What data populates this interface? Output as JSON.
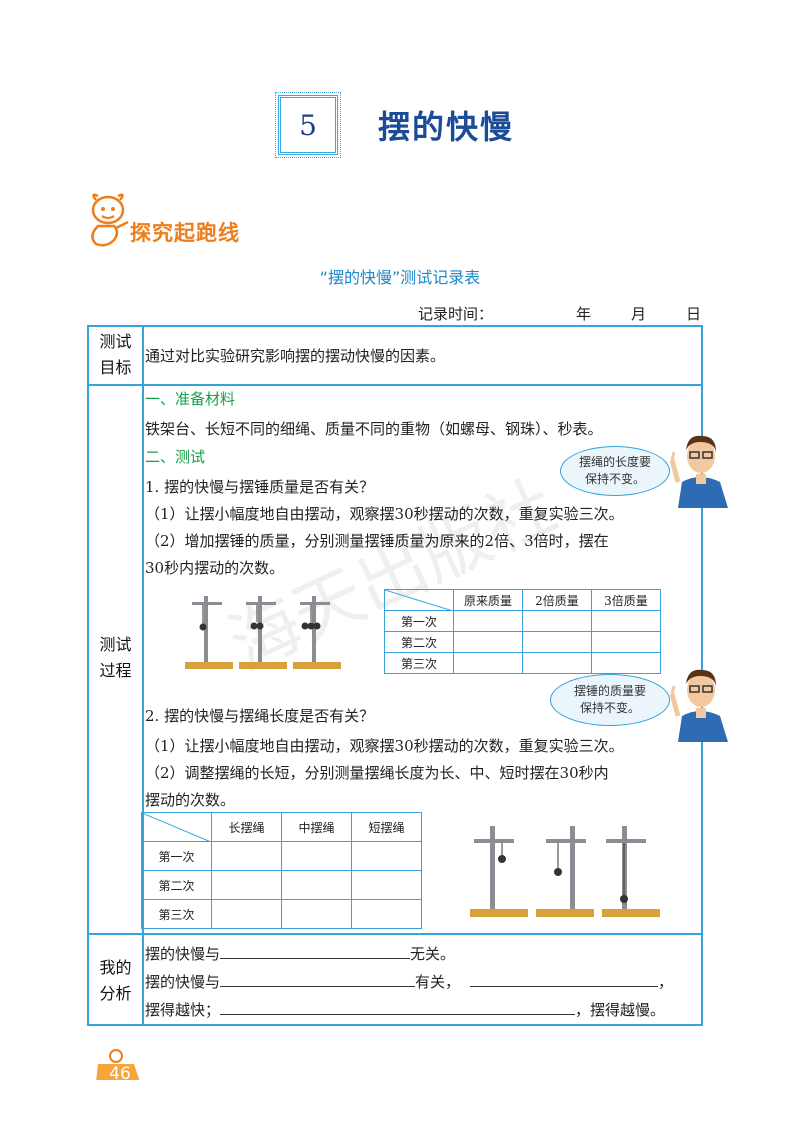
{
  "lesson": {
    "number": "5",
    "title": "摆的快慢"
  },
  "section_label": "探究起跑线",
  "table_title": "“摆的快慢”测试记录表",
  "record": {
    "label": "记录时间：",
    "year": "年",
    "month": "月",
    "day": "日"
  },
  "rows": {
    "goal": {
      "label_line1": "测试",
      "label_line2": "目标",
      "text": "通过对比实验研究影响摆的摆动快慢的因素。"
    },
    "process": {
      "label_line1": "测试",
      "label_line2": "过程",
      "materials_heading": "一、准备材料",
      "materials_text": "铁架台、长短不同的细绳、质量不同的重物（如螺母、钢珠）、秒表。",
      "test_heading": "二、测试",
      "q1": "1. 摆的快慢与摆锤质量是否有关？",
      "q1_step1": "（1）让摆小幅度地自由摆动，观察摆30秒摆动的次数，重复实验三次。",
      "q1_step2a": "（2）增加摆锤的质量，分别测量摆锤质量为原来的2倍、3倍时，摆在",
      "q1_step2b": "30秒内摆动的次数。",
      "bubble1_line1": "摆绳的长度要",
      "bubble1_line2": "保持不变。",
      "table1": {
        "headers": [
          "",
          "原来质量",
          "2倍质量",
          "3倍质量"
        ],
        "rows": [
          "第一次",
          "第二次",
          "第三次"
        ]
      },
      "q2": "2. 摆的快慢与摆绳长度是否有关？",
      "bubble2_line1": "摆锤的质量要",
      "bubble2_line2": "保持不变。",
      "q2_step1": "（1）让摆小幅度地自由摆动，观察摆30秒摆动的次数，重复实验三次。",
      "q2_step2a": "（2）调整摆绳的长短，分别测量摆绳长度为长、中、短时摆在30秒内",
      "q2_step2b": "摆动的次数。",
      "table2": {
        "headers": [
          "",
          "长摆绳",
          "中摆绳",
          "短摆绳"
        ],
        "rows": [
          "第一次",
          "第二次",
          "第三次"
        ]
      }
    },
    "analysis": {
      "label_line1": "我的",
      "label_line2": "分析",
      "line1_start": "摆的快慢与",
      "line1_end": "无关。",
      "line2_start": "摆的快慢与",
      "line2_mid": "有关，",
      "line2_end": "，",
      "line3_start": "摆得越快；",
      "line3_end": "，摆得越慢。"
    }
  },
  "watermark": "海天出版社",
  "page_number": "46",
  "colors": {
    "frame": "#35a3dc",
    "heading_green": "#15a049",
    "title_blue": "#1c4c98",
    "accent_orange": "#ef7d1a"
  }
}
